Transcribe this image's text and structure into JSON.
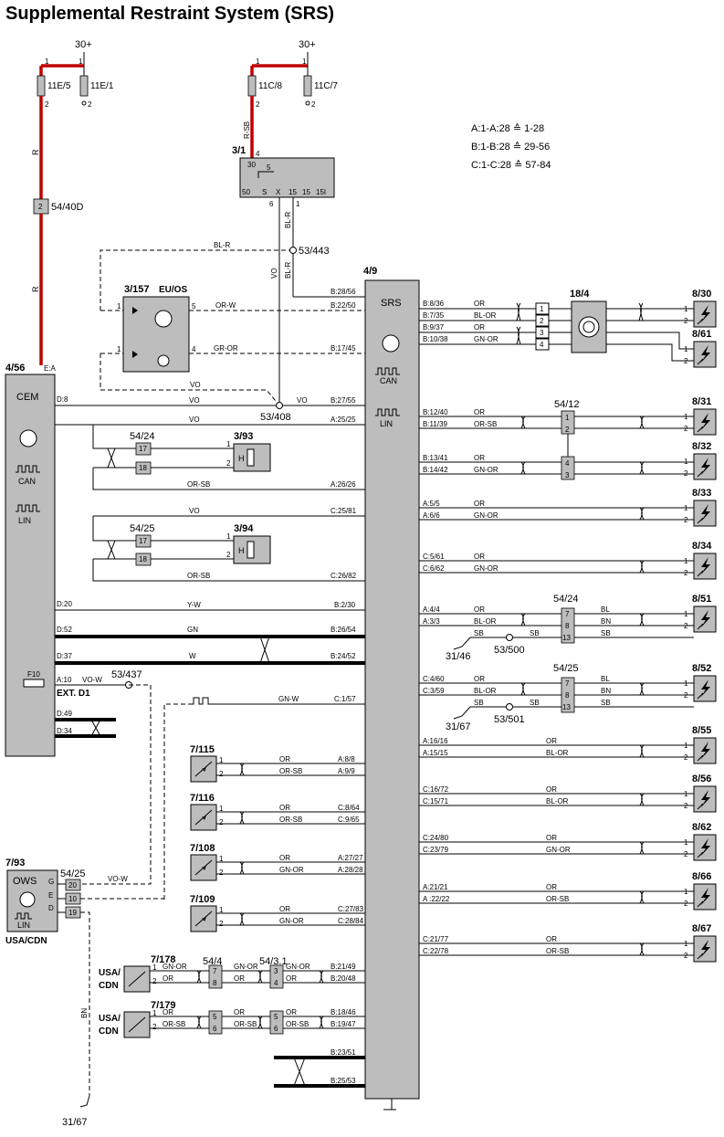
{
  "title": "Supplemental Restraint System (SRS)",
  "legend": [
    "A:1-A:28 ≙ 1-28",
    "B:1-B:28 ≙ 29-56",
    "C:1-C:28 ≙ 57-84"
  ],
  "power": [
    "30+",
    "30+"
  ],
  "fuses": [
    "11E/5",
    "11E/1",
    "11C/8",
    "11C/7"
  ],
  "components": {
    "srs": {
      "id": "4/9",
      "label": "SRS",
      "can": "CAN",
      "lin": "LIN"
    },
    "cem": {
      "id": "4/56",
      "label": "CEM",
      "can": "CAN",
      "lin": "LIN",
      "fuse": "F10",
      "ext": "EXT. D1",
      "pin_ea": "E:A"
    },
    "ignition": {
      "id": "3/1",
      "top_pin": "30",
      "pins": [
        "50",
        "S",
        "X",
        "15",
        "15",
        "15I"
      ]
    },
    "euos": {
      "id": "3/157",
      "label": "EU/OS"
    },
    "c393": {
      "id": "3/93"
    },
    "c394": {
      "id": "3/94"
    },
    "c184": {
      "id": "18/4"
    },
    "ows": {
      "id": "7/93",
      "label": "OWS",
      "lin": "LIN",
      "region": "USA/CDN"
    }
  },
  "connectors": [
    "54/40D",
    "54/12",
    "54/24",
    "54/25",
    "54/4",
    "54/3.1"
  ],
  "splices": [
    "53/443",
    "53/408",
    "53/500",
    "53/501",
    "53/437"
  ],
  "grounds": [
    "31/46",
    "31/67",
    "31/67"
  ],
  "colors": {
    "red": "R",
    "r_sb": "R-SB",
    "bl_r": "BL-R",
    "vo": "VO",
    "or_w": "OR-W",
    "gr_or": "GR-OR",
    "or": "OR",
    "or_sb": "OR-SB",
    "gn_or": "GN-OR",
    "bl_or": "BL-OR",
    "bl": "BL",
    "bn": "BN",
    "sb": "SB",
    "y_w": "Y-W",
    "gn": "GN",
    "w": "W",
    "vo_w": "VO-W",
    "gn_w": "GN-W"
  },
  "srs_left_pins": [
    "B:28/56",
    "B:22/50",
    "B:17/45",
    "B:27/55",
    "A:25/25",
    "A:26/26",
    "C:25/81",
    "C:26/82",
    "B:2/30",
    "B:26/54",
    "B:24/52",
    "C:1/57",
    "A:8/8",
    "A:9/9",
    "C:8/64",
    "C:9/65",
    "A:27/27",
    "A:28/28",
    "C:27/83",
    "C:28/84",
    "B:21/49",
    "B:20/48",
    "B:18/46",
    "B:19/47",
    "B:23/51",
    "B:25/53"
  ],
  "srs_right_pins": [
    "B:8/36",
    "B:7/35",
    "B:9/37",
    "B:10/38",
    "B:12/40",
    "B:11/39",
    "B:13/41",
    "B:14/42",
    "A:5/5",
    "A:6/6",
    "C:5/61",
    "C:6/62",
    "A:4/4",
    "A:3/3",
    "C:4/60",
    "C:3/59",
    "A:16/16",
    "A:15/15",
    "C:16/72",
    "C:15/71",
    "C:24/80",
    "C:23/79",
    "A:21/21",
    "A :22/22",
    "C:21/77",
    "C:22/78"
  ],
  "cem_pins": [
    "D:8",
    "D:20",
    "D:52",
    "D:37",
    "A:10",
    "D:49",
    "D:34"
  ],
  "ows_pins": [
    "G",
    "E",
    "D"
  ],
  "squibs": [
    "8/30",
    "8/61",
    "8/31",
    "8/32",
    "8/33",
    "8/34",
    "8/51",
    "8/52",
    "8/55",
    "8/56",
    "8/62",
    "8/66",
    "8/67"
  ],
  "sensors": [
    "7/115",
    "7/116",
    "7/108",
    "7/109",
    "7/178",
    "7/179"
  ],
  "sensor_region": "USA/\nCDN",
  "pin_numbers": [
    "1",
    "2",
    "3",
    "4",
    "5",
    "6",
    "7",
    "8",
    "10",
    "13",
    "17",
    "18",
    "19",
    "20"
  ]
}
